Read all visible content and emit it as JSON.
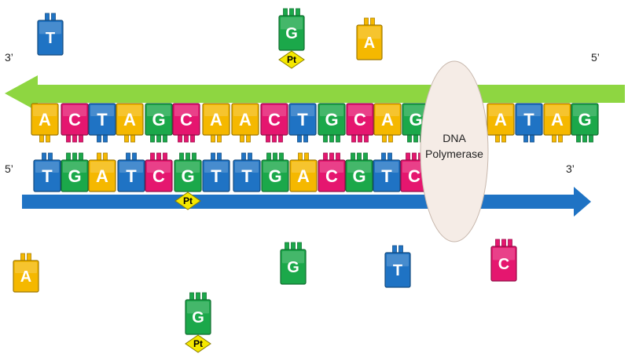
{
  "colors": {
    "A": "#f5b800",
    "C": "#e5166f",
    "G": "#1ba84a",
    "T": "#1f73c4",
    "top_arrow": "#8ed641",
    "bottom_arrow": "#1f73c4",
    "polymerase": "#f5ece6",
    "pt": "#f5e800"
  },
  "labels": {
    "top_left": "3’",
    "top_right": "5’",
    "bottom_left": "5’",
    "bottom_right": "3’"
  },
  "polymerase": {
    "line1": "DNA",
    "line2": "Polymerase"
  },
  "pt_label": "Pt",
  "strands": {
    "template": [
      "A",
      "C",
      "T",
      "A",
      "G",
      "C",
      "A",
      "A",
      "C",
      "T",
      "G",
      "C",
      "A",
      "G",
      "",
      "",
      "A",
      "T",
      "A",
      "G"
    ],
    "new": [
      "T",
      "G",
      "A",
      "T",
      "C",
      "G",
      "T",
      "T",
      "G",
      "A",
      "C",
      "G",
      "T",
      "C"
    ],
    "new_pt_index": 5
  },
  "free_nucleotides": [
    {
      "base": "T",
      "pt": false
    },
    {
      "base": "G",
      "pt": true
    },
    {
      "base": "A",
      "pt": false
    },
    {
      "base": "A",
      "pt": false
    },
    {
      "base": "G",
      "pt": false
    },
    {
      "base": "T",
      "pt": false
    },
    {
      "base": "C",
      "pt": false
    },
    {
      "base": "G",
      "pt": true
    }
  ]
}
